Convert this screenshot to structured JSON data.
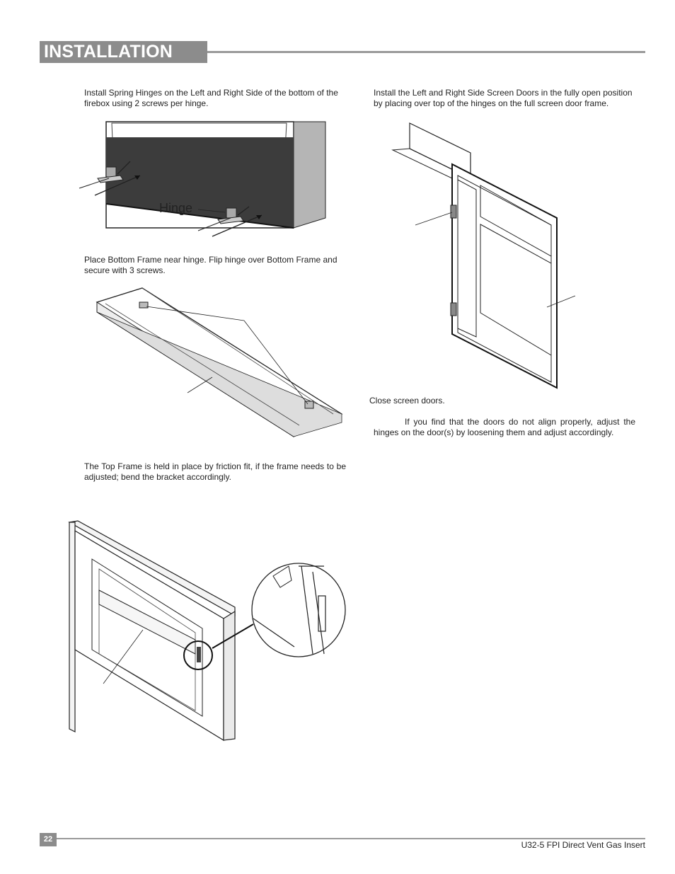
{
  "header": {
    "section_title": "INSTALLATION"
  },
  "left_column": {
    "step1_text": "Install Spring Hinges on the Left and Right Side of the bottom of the firebox using 2 screws per hinge.",
    "hinge_label": "Hinge",
    "step2_text": "Place Bottom Frame near hinge. Flip hinge over Bottom Frame and secure with 3 screws.",
    "step3_text": "The Top Frame is held in place by friction fit, if the frame needs to be adjusted; bend the bracket accordingly."
  },
  "right_column": {
    "step4_text": "Install the Left and Right Side Screen Doors in the fully open position by placing over top of the hinges on the full screen door frame.",
    "step5_text": "Close screen doors.",
    "note_text": "If you find that the doors do not align properly, adjust the hinges on the door(s) by loosening them and adjust accordingly."
  },
  "footer": {
    "page_number": "22",
    "document_title": "U32-5 FPI Direct Vent Gas Insert"
  }
}
